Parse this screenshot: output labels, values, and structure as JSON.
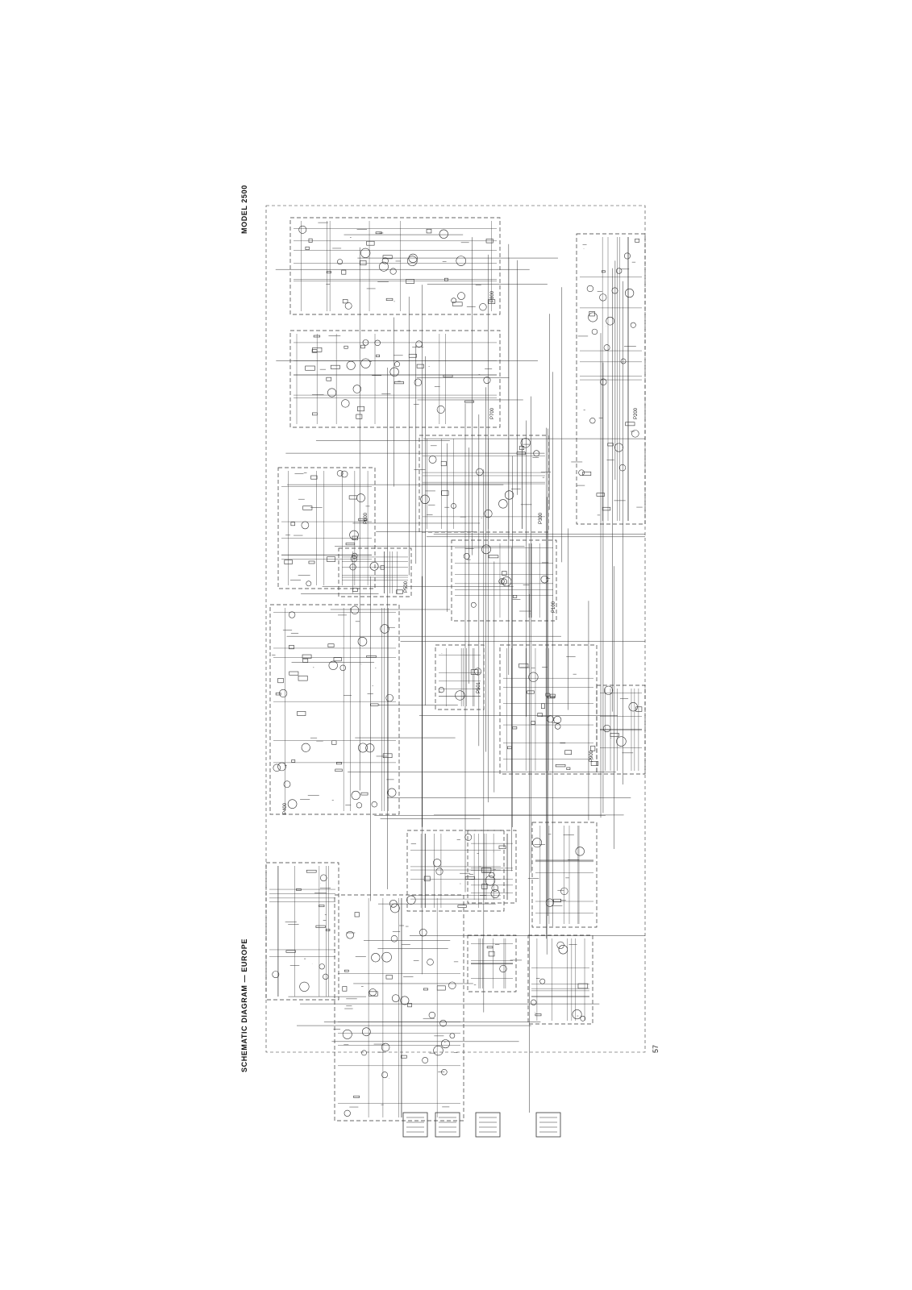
{
  "document": {
    "title": "SCHEMATIC DIAGRAM — EUROPE",
    "model": "MODEL 2500",
    "page_number": "57"
  },
  "boards": [
    "P800",
    "P700",
    "P600",
    "P500",
    "P400",
    "P300",
    "P100",
    "P200",
    "P900",
    "P501"
  ],
  "colors": {
    "paper": "#ffffff",
    "ink": "#1a1a1a",
    "line": "#333333"
  }
}
